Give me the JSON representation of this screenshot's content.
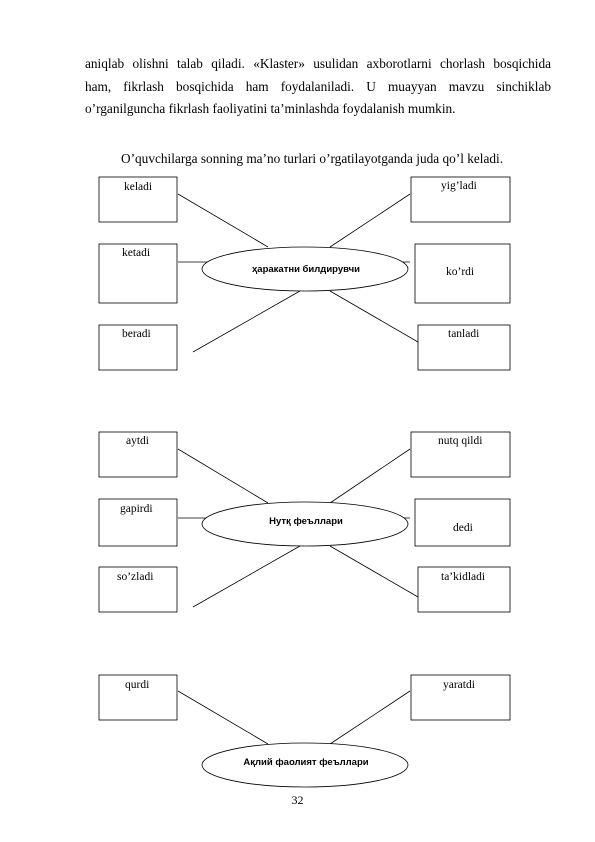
{
  "paragraph": {
    "line1": "aniqlab olishni talab qiladi. «Klaster» usulidan axborotlarni chorlash bosqichida",
    "line2": "ham, fikrlash bosqichida ham foydalaniladi. U muayyan mavzu sinchiklab",
    "line3": "o’rganilguncha fikrlash faoliyatini ta’minlashda foydalanish mumkin."
  },
  "intro": "O’quvchilarga sonning ma’no turlari  o’rgatilayotganda  juda qo’l keladi.",
  "clusters": [
    {
      "center": "ҳаракатни  билдирувчи",
      "left": [
        "keladi",
        "ketadi",
        "beradi"
      ],
      "right": [
        "yig’ladi",
        "ko’rdi",
        "tanladi"
      ]
    },
    {
      "center": "Нутқ феъллари",
      "left": [
        "aytdi",
        "gapirdi",
        "so’zladi"
      ],
      "right": [
        "nutq qildi",
        "dedi",
        "ta’kidladi"
      ]
    },
    {
      "center": "Ақлий фаолият феъллари",
      "left": [
        "qurdi"
      ],
      "right": [
        "yaratdi"
      ]
    }
  ],
  "page_number": "32"
}
